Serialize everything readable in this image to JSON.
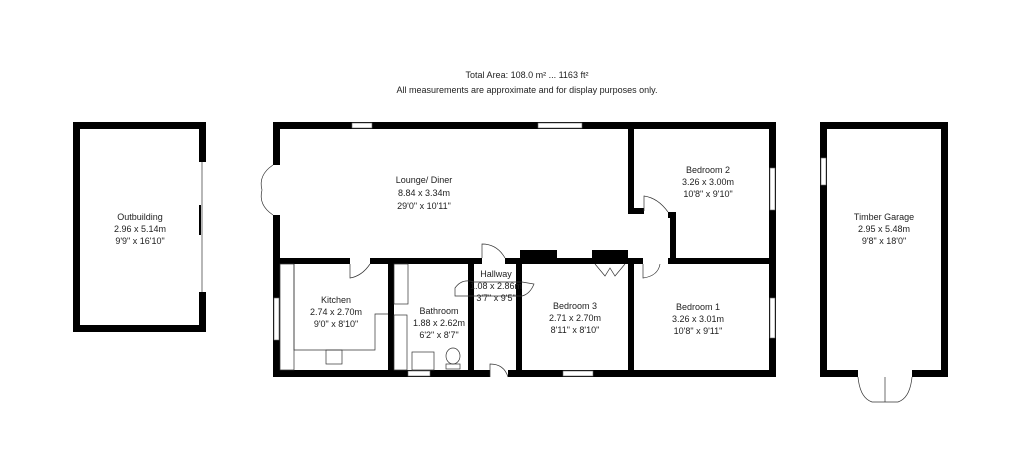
{
  "header": {
    "total_area": "Total Area: 108.0 m² ... 1163 ft²",
    "disclaimer": "All measurements are approximate and for display purposes only."
  },
  "rooms": {
    "lounge": {
      "name": "Lounge/ Diner",
      "metric": "8.84 x 3.34m",
      "imperial": "29'0\" x 10'11\""
    },
    "bedroom2": {
      "name": "Bedroom 2",
      "metric": "3.26 x 3.00m",
      "imperial": "10'8\" x 9'10\""
    },
    "outbuilding": {
      "name": "Outbuilding",
      "metric": "2.96 x 5.14m",
      "imperial": "9'9\" x 16'10\""
    },
    "kitchen": {
      "name": "Kitchen",
      "metric": "2.74 x 2.70m",
      "imperial": "9'0\" x 8'10\""
    },
    "bathroom": {
      "name": "Bathroom",
      "metric": "1.88 x 2.62m",
      "imperial": "6'2\" x 8'7\""
    },
    "hallway": {
      "name": "Hallway",
      "metric": "1.08 x 2.86m",
      "imperial": "3'7\" x 9'5\""
    },
    "bedroom3": {
      "name": "Bedroom 3",
      "metric": "2.71 x 2.70m",
      "imperial": "8'11\" x 8'10\""
    },
    "bedroom1": {
      "name": "Bedroom 1",
      "metric": "3.26 x 3.01m",
      "imperial": "10'8\" x 9'11\""
    },
    "garage": {
      "name": "Timber Garage",
      "metric": "2.95 x 5.48m",
      "imperial": "9'8\" x 18'0\""
    }
  }
}
